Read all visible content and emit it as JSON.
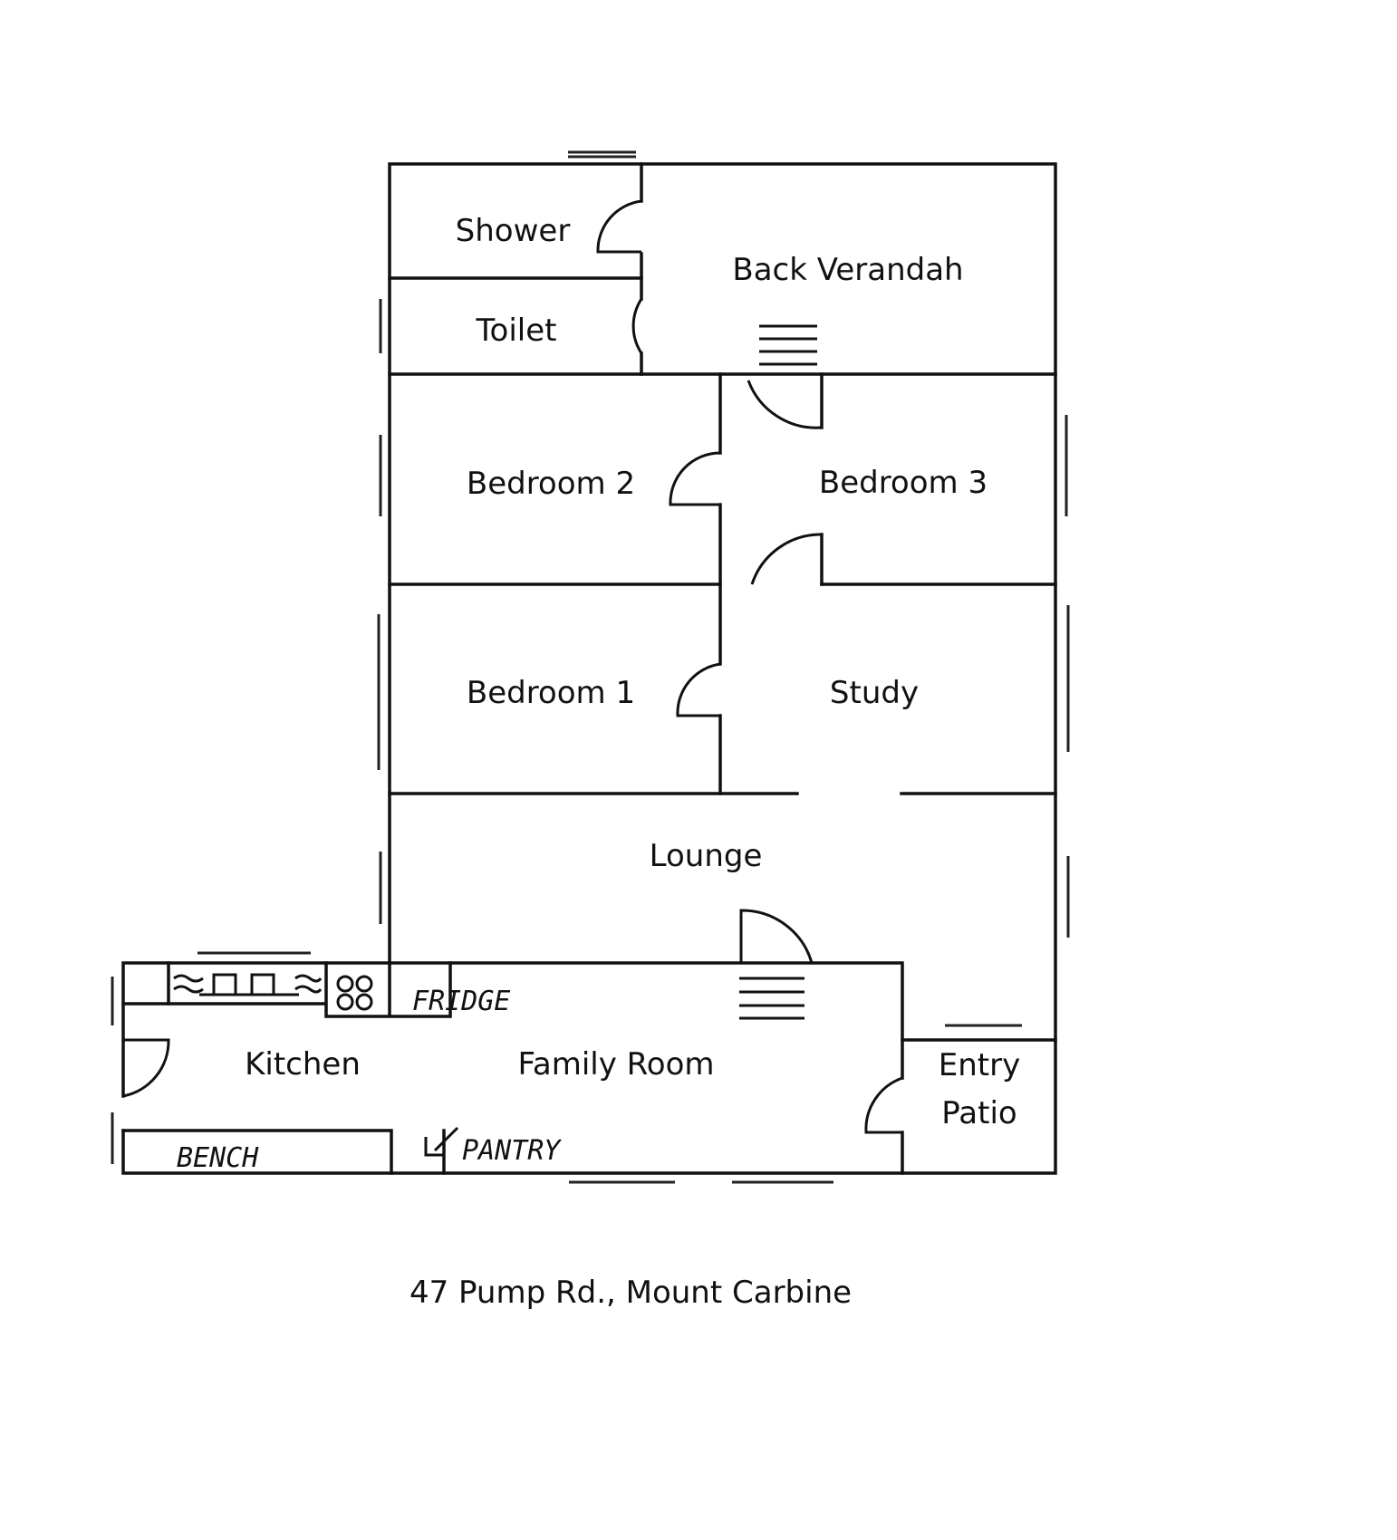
{
  "plan": {
    "rooms": {
      "shower": "Shower",
      "toilet": "Toilet",
      "back_verandah": "Back Verandah",
      "bedroom2": "Bedroom 2",
      "bedroom3": "Bedroom 3",
      "bedroom1": "Bedroom 1",
      "study": "Study",
      "lounge": "Lounge",
      "kitchen": "Kitchen",
      "family_room": "Family Room",
      "entry_line1": "Entry",
      "entry_line2": "Patio"
    },
    "annotations": {
      "fridge": "FRIDGE",
      "bench": "BENCH",
      "pantry": "PANTRY"
    },
    "caption": "47 Pump Rd., Mount Carbine"
  }
}
